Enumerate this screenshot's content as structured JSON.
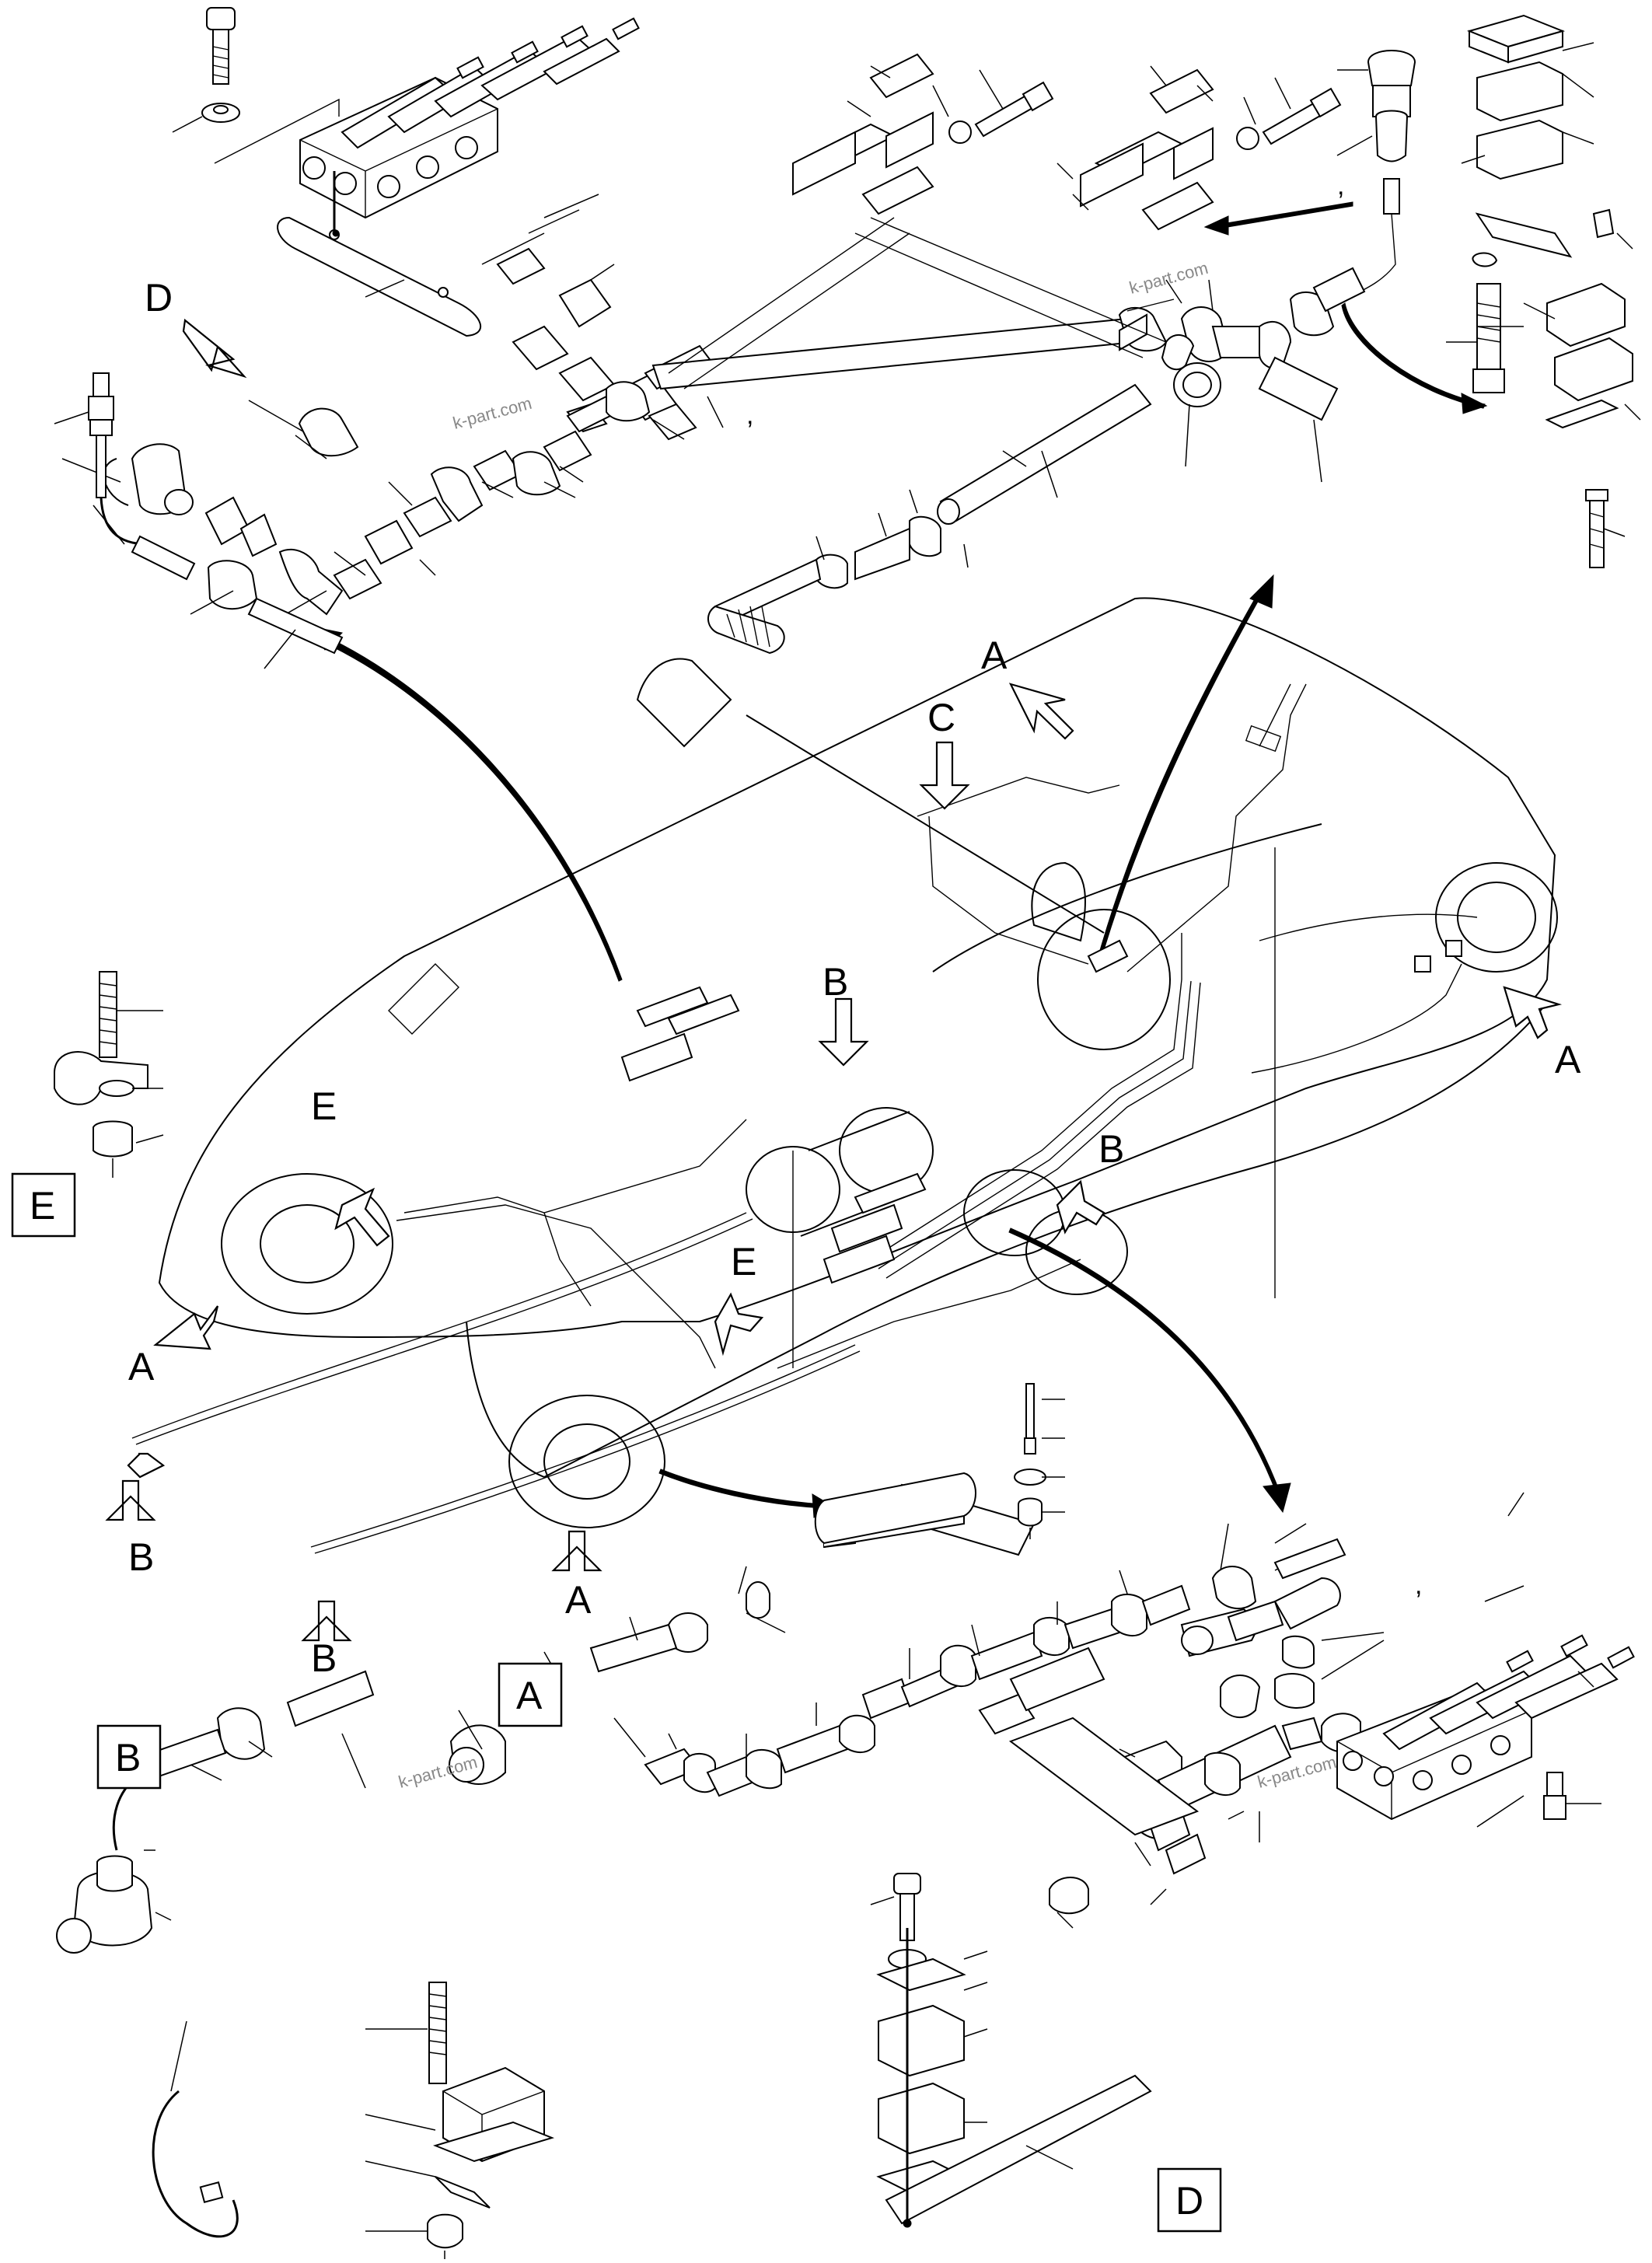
{
  "diagram": {
    "callout_letters": {
      "d_top": "D",
      "a_upper_right": "A",
      "c_mid": "C",
      "b_center": "B",
      "a_right": "A",
      "e_left": "E",
      "b_right": "B",
      "e_center": "E",
      "a_left": "A",
      "b_left_bottom": "B",
      "b_lower": "B",
      "a_bottom": "A"
    },
    "detail_boxes": {
      "e": "E",
      "a": "A",
      "b": "B",
      "d": "D"
    },
    "watermarks": [
      "k-part.com",
      "k-part.com",
      "k-part.com",
      "k-part.com"
    ],
    "marks": {
      "comma_1": ",",
      "comma_2": ",",
      "comma_3": ","
    }
  }
}
